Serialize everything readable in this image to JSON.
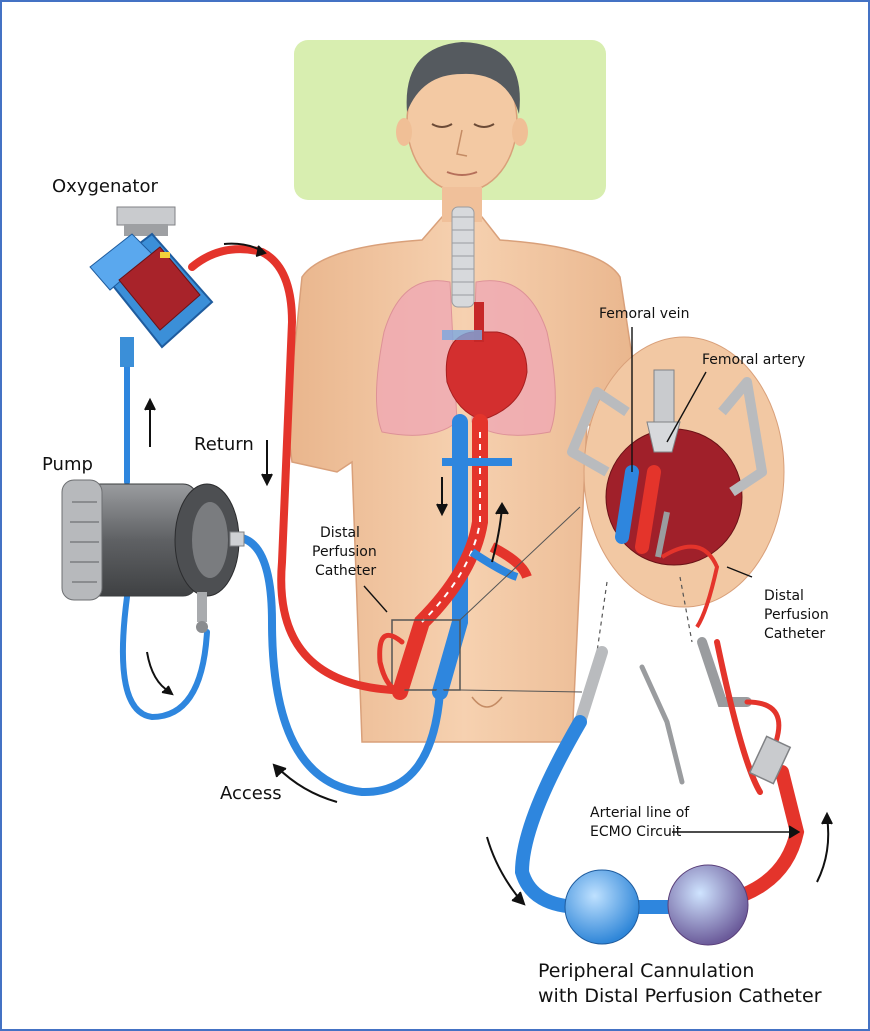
{
  "labels": {
    "oxygenator": "Oxygenator",
    "pump": "Pump",
    "return": "Return",
    "access": "Access",
    "distal_left": [
      "Distal",
      "Perfusion",
      "Catheter"
    ],
    "femoral_vein": "Femoral vein",
    "femoral_artery": "Femoral artery",
    "distal_right": [
      "Distal",
      "Perfusion",
      "Catheter"
    ],
    "arterial_line": [
      "Arterial line of",
      "ECMO Circuit"
    ],
    "caption": [
      "Peripheral Cannulation",
      "with Distal Perfusion Catheter"
    ]
  },
  "colors": {
    "frame": "#4472c4",
    "arterial_red": "#e4342b",
    "venous_blue": "#2e86de",
    "skin": "#f4c9a4",
    "pillow": "#d8eeb0",
    "oxygenator_body": "#3b8fd8",
    "oxygenator_core": "#a8232a",
    "pump_gray": "#6d6f72",
    "lung_pink": "#f0a9b4",
    "heart_red": "#d32f2f"
  }
}
